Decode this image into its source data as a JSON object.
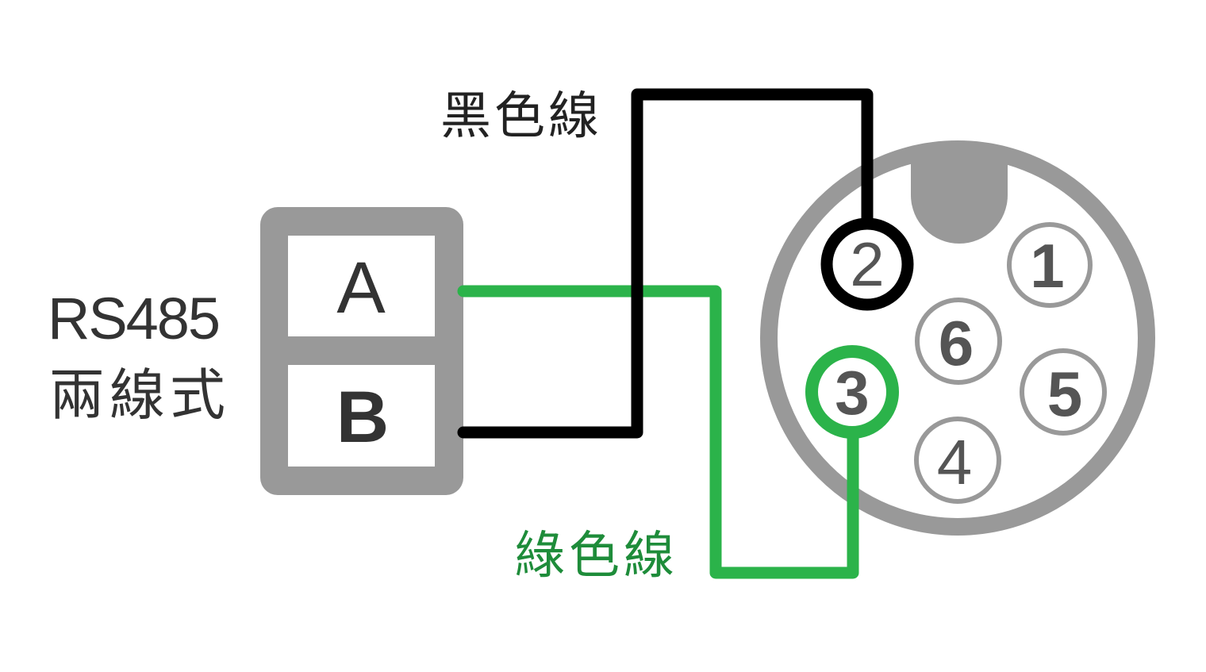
{
  "labels": {
    "black_wire": "黑色線",
    "green_wire": "綠色線",
    "protocol": "RS485",
    "mode": "兩線式"
  },
  "terminal": {
    "a": "A",
    "b": "B"
  },
  "connector_pins": {
    "p1": "1",
    "p2": "2",
    "p3": "3",
    "p4": "4",
    "p5": "5",
    "p6": "6"
  },
  "colors": {
    "black_wire": "#000000",
    "green_wire": "#2bb34a",
    "green_text": "#1e8c3a",
    "gray": "#999999",
    "text": "#333333",
    "pin_text": "#555555"
  }
}
